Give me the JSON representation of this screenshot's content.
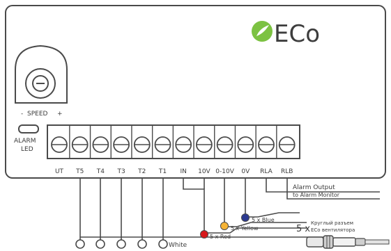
{
  "brand": {
    "logo_text": "ECo",
    "accent_color": "#7cc242"
  },
  "speed": {
    "label": "SPEED",
    "minus": "-",
    "plus": "+"
  },
  "alarm_led": {
    "line1": "ALARM",
    "line2": "LED"
  },
  "terminals": [
    {
      "id": "ut",
      "label": "UT"
    },
    {
      "id": "t5",
      "label": "T5"
    },
    {
      "id": "t4",
      "label": "T4"
    },
    {
      "id": "t3",
      "label": "T3"
    },
    {
      "id": "t2",
      "label": "T2"
    },
    {
      "id": "t1",
      "label": "T1"
    },
    {
      "id": "in",
      "label": "IN"
    },
    {
      "id": "10v",
      "label": "10V"
    },
    {
      "id": "0-10v",
      "label": "0-10V"
    },
    {
      "id": "0v",
      "label": "0V"
    },
    {
      "id": "rla",
      "label": "RLA"
    },
    {
      "id": "rlb",
      "label": "RLB"
    }
  ],
  "alarm_output": {
    "line1": "Alarm Output",
    "line2": "to Alarm Monitor"
  },
  "wires": {
    "red": {
      "label": "5 x Red",
      "color": "#d7191c"
    },
    "yellow": {
      "label": "5 x Yellow",
      "color": "#f6b436"
    },
    "blue": {
      "label": "5 x Blue",
      "color": "#2b3990"
    },
    "white": {
      "label": "White"
    }
  },
  "connector": {
    "count": "5 x",
    "line1": "Круглый разъем",
    "line2": "ECo вентилятора"
  }
}
